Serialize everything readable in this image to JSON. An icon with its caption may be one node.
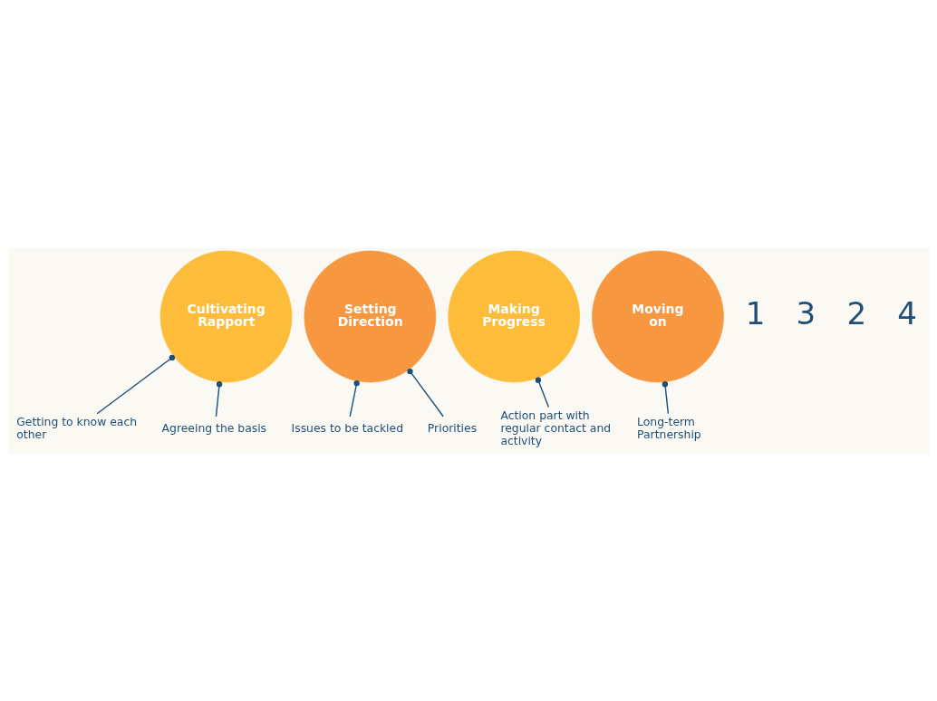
{
  "diagram": {
    "nodes": [
      {
        "text": [
          "Cultivating Rapport"
        ]
      },
      {
        "text": [
          "Getting to know each other"
        ]
      },
      {
        "text": [
          "Agreeing the basis"
        ]
      },
      {
        "text": [
          "Setting Direction"
        ]
      },
      {
        "text": [
          "Issues to be tackled"
        ]
      },
      {
        "text": [
          "Priorities"
        ]
      },
      {
        "text": [
          "Making Progress"
        ]
      },
      {
        "text": [
          "Action part with regular contact and activity"
        ]
      },
      {
        "text": [
          "Moving on"
        ]
      },
      {
        "text": [
          "Long-term Partnership"
        ]
      }
    ],
    "edges": [
      {
        "from": 0,
        "to": 1,
        "arrow": "other"
      },
      {
        "from": 0,
        "to": 2,
        "arrow": "other"
      },
      {
        "from": 3,
        "to": 4,
        "arrow": "other"
      },
      {
        "from": 3,
        "to": 5,
        "arrow": "other"
      },
      {
        "from": 6,
        "to": 7,
        "arrow": "other"
      },
      {
        "from": 8,
        "to": 9,
        "arrow": "other"
      }
    ],
    "labels": [
      "1",
      "3",
      "2",
      "4"
    ]
  }
}
